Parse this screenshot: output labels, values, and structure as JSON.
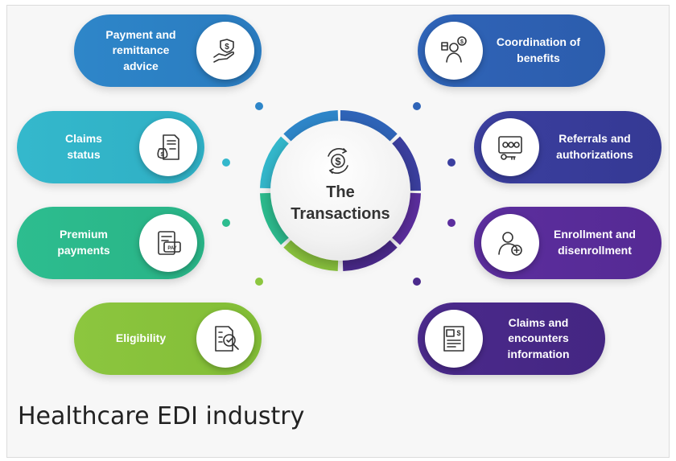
{
  "hub": {
    "title": "The\nTransactions",
    "icon": "dollar-cycle-icon"
  },
  "items": {
    "payment": {
      "label": "Payment and\nremittance\nadvice",
      "icon": "hand-dollar-icon",
      "color": "#2e86c9"
    },
    "claims_status": {
      "label": "Claims\nstatus",
      "icon": "document-moneybag-icon",
      "color": "#34b8cc"
    },
    "premium": {
      "label": "Premium\npayments",
      "icon": "pay-card-icon",
      "color": "#2dbd8f"
    },
    "eligibility": {
      "label": "Eligibility",
      "icon": "document-magnifier-icon",
      "color": "#8cc63f"
    },
    "coordination": {
      "label": "Coordination of\nbenefits",
      "icon": "person-money-icon",
      "color": "#2f64b8"
    },
    "referrals": {
      "label": "Referrals and\nauthorizations",
      "icon": "id-card-key-icon",
      "color": "#3b3f9f"
    },
    "enrollment": {
      "label": "Enrollment and\ndisenrollment",
      "icon": "user-add-icon",
      "color": "#5c2e9e"
    },
    "claims_info": {
      "label": "Claims and\nencounters\ninformation",
      "icon": "invoice-icon",
      "color": "#4b2a8c"
    }
  },
  "caption": "Healthcare EDI industry"
}
